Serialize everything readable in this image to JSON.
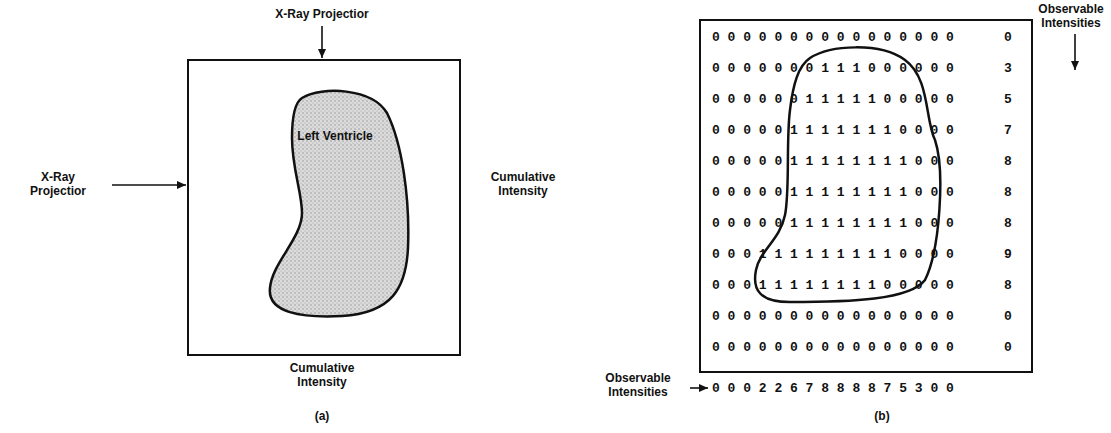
{
  "diagram": {
    "nodes": [
      {
        "text": [
          "Left Ventricle"
        ]
      }
    ],
    "labels": [
      "X-Ray Projectior",
      "X-Ray Projectior",
      "Cumulative Intensity",
      "Cumulative Intensity",
      "(a)",
      "Observable Intensities",
      "0000000000000000",
      "0000000111000000",
      "0000001111100000",
      "0000011111110000",
      "0000011111111000",
      "0000011111111000",
      "0000011111111000",
      "0001111111110000",
      "0001111111100000",
      "0000000000000000",
      "0000000000000000",
      "0",
      "3",
      "5",
      "7",
      "8",
      "8",
      "8",
      "9",
      "8",
      "0",
      "0",
      "0002267888875300",
      "Observable Intensities",
      "(b)"
    ]
  }
}
